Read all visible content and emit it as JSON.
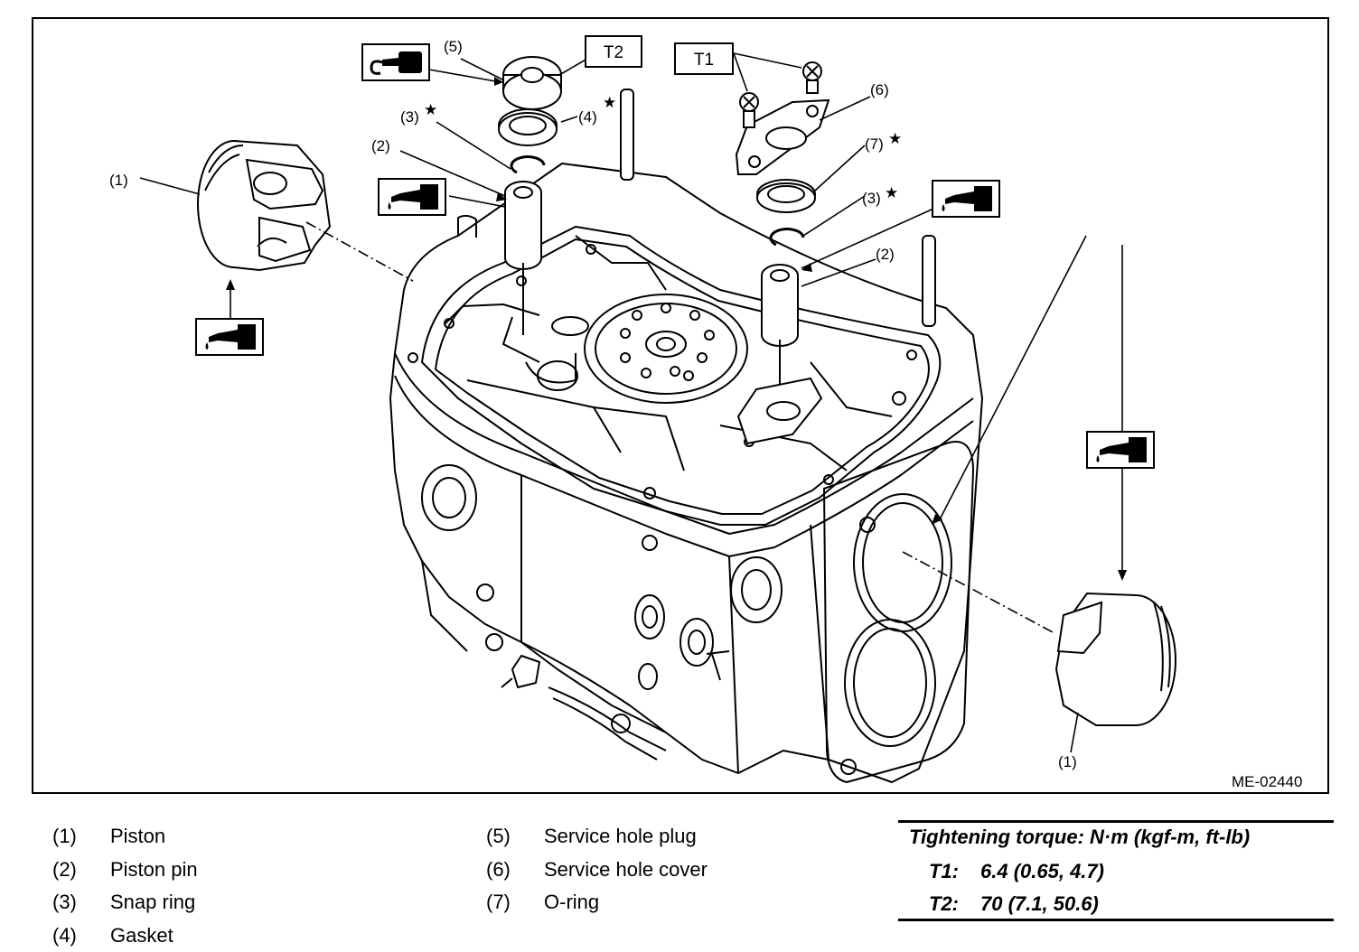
{
  "figure": {
    "id": "ME-02440",
    "labels": {
      "piston": "(1)",
      "piston_pin": "(2)",
      "snap_ring": "(3)",
      "gasket": "(4)",
      "service_hole_plug": "(5)",
      "service_hole_cover": "(6)",
      "o_ring": "(7)"
    },
    "torque_boxes": {
      "t1": "T1",
      "t2": "T2"
    },
    "star": "★",
    "icons": [
      "oil-can-icon",
      "liquid-gasket-icon"
    ]
  },
  "legend": [
    {
      "num": "(1)",
      "label": "Piston"
    },
    {
      "num": "(2)",
      "label": "Piston pin"
    },
    {
      "num": "(3)",
      "label": "Snap ring"
    },
    {
      "num": "(4)",
      "label": "Gasket"
    },
    {
      "num": "(5)",
      "label": "Service hole plug"
    },
    {
      "num": "(6)",
      "label": "Service hole cover"
    },
    {
      "num": "(7)",
      "label": "O-ring"
    }
  ],
  "torque": {
    "title": "Tightening torque: N·m (kgf-m, ft-lb)",
    "rows": [
      {
        "key": "T1:",
        "value": "6.4 (0.65, 4.7)"
      },
      {
        "key": "T2:",
        "value": "70 (7.1, 50.6)"
      }
    ]
  }
}
